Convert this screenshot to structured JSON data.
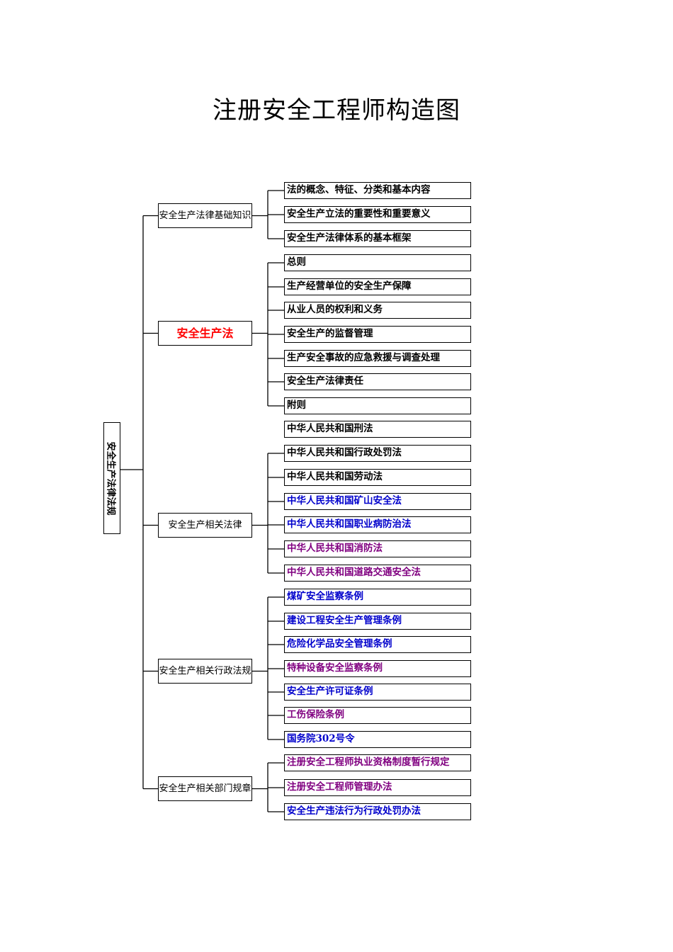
{
  "title": "注册安全工程师构造图",
  "root": "安全生产法律法规",
  "colors": {
    "black": "#000000",
    "blue": "#0000cc",
    "purple": "#800080",
    "red": "#ff0000"
  },
  "categories": [
    {
      "label": "安全生产法律基础知识",
      "leaves": [
        {
          "text": "法的概念、特征、分类和基本内容",
          "color": "black"
        },
        {
          "text": "安全生产立法的重要性和重要意义",
          "color": "black"
        },
        {
          "text": "安全生产法律体系的基本框架",
          "color": "black"
        }
      ]
    },
    {
      "label": "安全生产法",
      "highlight": true,
      "leaves": [
        {
          "text": "总则",
          "color": "black"
        },
        {
          "text": "生产经营单位的安全生产保障",
          "color": "black"
        },
        {
          "text": "从业人员的权利和义务",
          "color": "black"
        },
        {
          "text": "安全生产的监督管理",
          "color": "black"
        },
        {
          "text": "生产安全事故的应急救援与调查处理",
          "color": "black"
        },
        {
          "text": "安全生产法律责任",
          "color": "black"
        },
        {
          "text": "附则",
          "color": "black"
        }
      ]
    },
    {
      "label": "安全生产相关法律",
      "leaves": [
        {
          "text": "中华人民共和国刑法",
          "color": "black",
          "unlinked": true
        },
        {
          "text": "中华人民共和国行政处罚法",
          "color": "black"
        },
        {
          "text": "中华人民共和国劳动法",
          "color": "black"
        },
        {
          "text": "中华人民共和国矿山安全法",
          "color": "blue"
        },
        {
          "text": "中华人民共和国职业病防治法",
          "color": "blue"
        },
        {
          "text": "中华人民共和国消防法",
          "color": "purple"
        },
        {
          "text": "中华人民共和国道路交通安全法",
          "color": "purple"
        }
      ]
    },
    {
      "label": "安全生产相关行政法规",
      "leaves": [
        {
          "text": "煤矿安全监察条例",
          "color": "blue"
        },
        {
          "text": "建设工程安全生产管理条例",
          "color": "blue"
        },
        {
          "text": "危险化学品安全管理条例",
          "color": "blue"
        },
        {
          "text": "特种设备安全监察条例",
          "color": "purple"
        },
        {
          "text": "安全生产许可证条例",
          "color": "blue"
        },
        {
          "text": "工伤保险条例",
          "color": "purple"
        },
        {
          "text": "国务院302号令",
          "color": "blue"
        }
      ]
    },
    {
      "label": "安全生产相关部门规章",
      "leaves": [
        {
          "text": "注册安全工程师执业资格制度暂行规定",
          "color": "purple"
        },
        {
          "text": "注册安全工程师管理办法",
          "color": "purple"
        },
        {
          "text": "安全生产违法行为行政处罚办法",
          "color": "blue"
        }
      ]
    }
  ]
}
